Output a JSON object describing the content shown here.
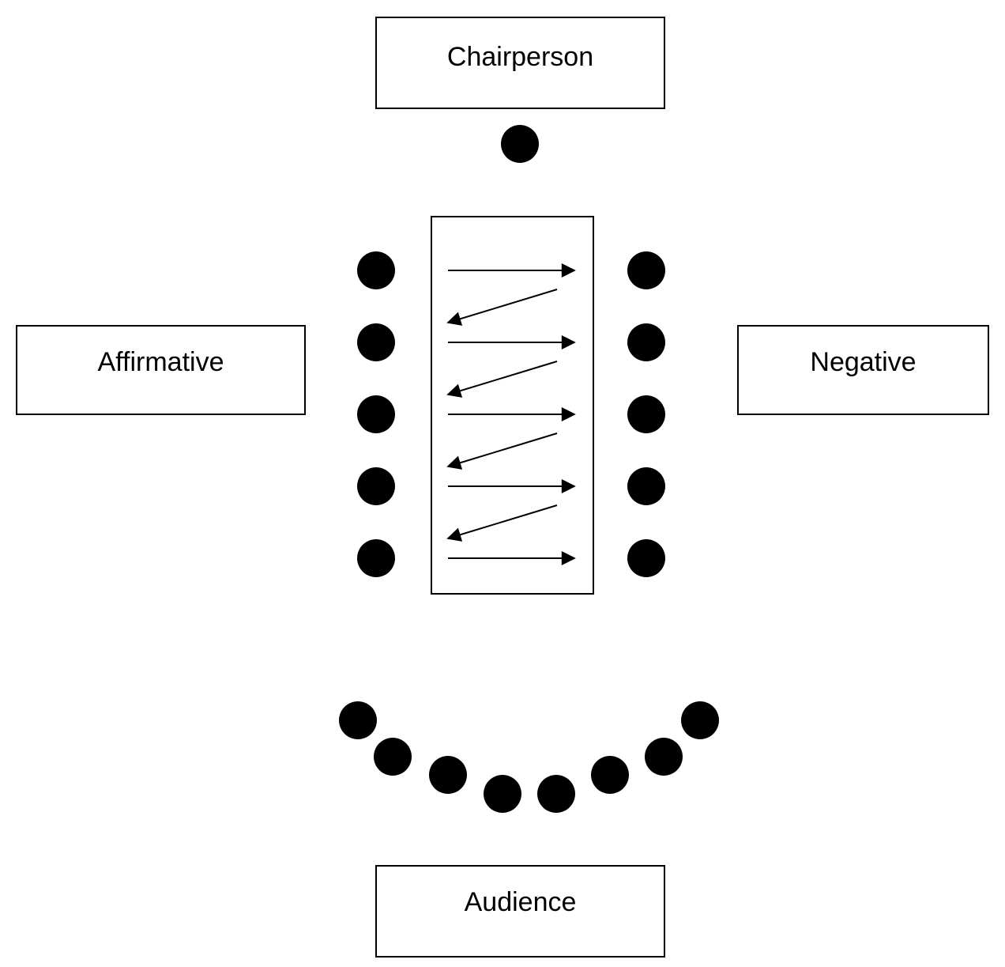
{
  "labels": {
    "chairperson": "Chairperson",
    "affirmative": "Affirmative",
    "negative": "Negative",
    "audience": "Audience"
  },
  "counts": {
    "chairperson_seats": 1,
    "affirmative_seats": 5,
    "negative_seats": 5,
    "audience_seats": 8,
    "forward_exchanges": 5,
    "return_exchanges": 4
  },
  "colors": {
    "ink": "#000000",
    "background": "#ffffff"
  }
}
